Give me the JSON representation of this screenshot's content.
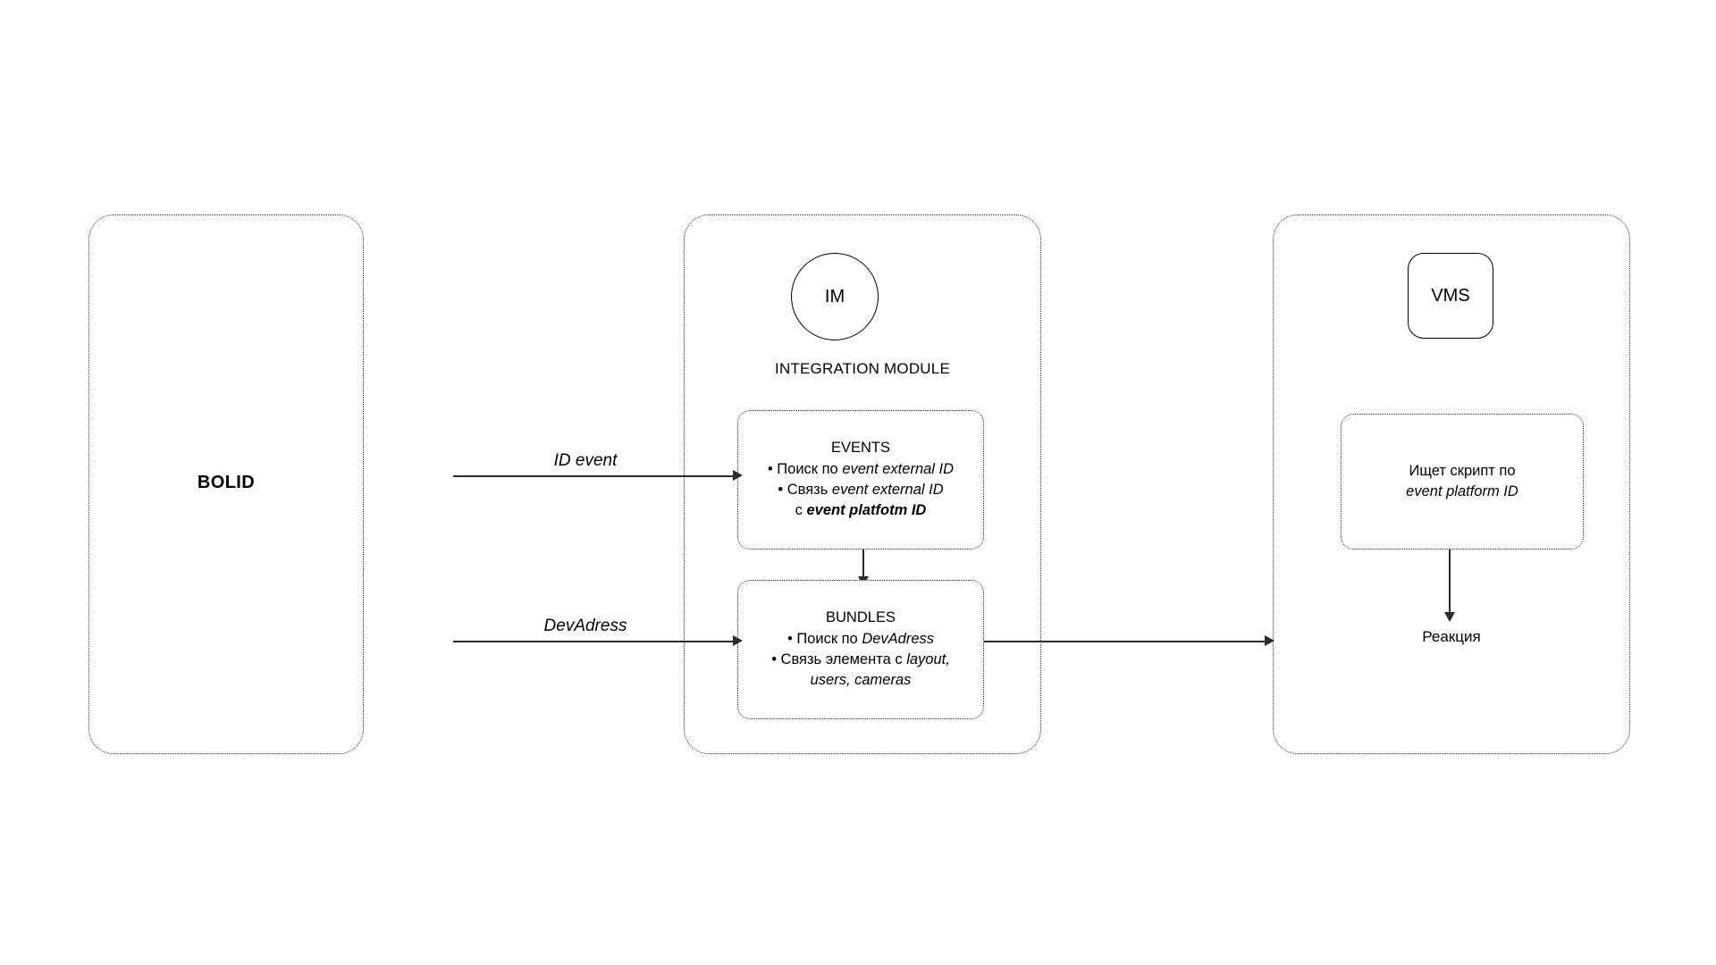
{
  "diagram": {
    "background": "#ffffff",
    "stroke_color": "#2b2b2b",
    "panels": {
      "bolid": {
        "title": "BOLID"
      },
      "im": {
        "node_label": "IM",
        "caption": "INTEGRATION MODULE",
        "events_card": {
          "head": "EVENTS",
          "line1_prefix": "•  Поиск по ",
          "line1_italic": "event external ID",
          "line2_prefix": "•  Связь ",
          "line2_italic": "event external ID",
          "line3_prefix": "с ",
          "line3_bold_italic": "event platfotm ID"
        },
        "bundles_card": {
          "head": "BUNDLES",
          "line1_prefix": "•  Поиск по ",
          "line1_italic": "DevAdress",
          "line2_prefix": "•  Связь элемента с ",
          "line2_italic": "layout, users, cameras"
        }
      },
      "vms": {
        "node_label": "VMS",
        "script_card": {
          "line1": "Ищет скрипт  по",
          "line2_italic": "event platform ID"
        },
        "reaction_label": "Реакция"
      }
    },
    "edges": {
      "bolid_to_events_label": "ID event",
      "bolid_to_bundles_label": "DevAdress"
    }
  }
}
